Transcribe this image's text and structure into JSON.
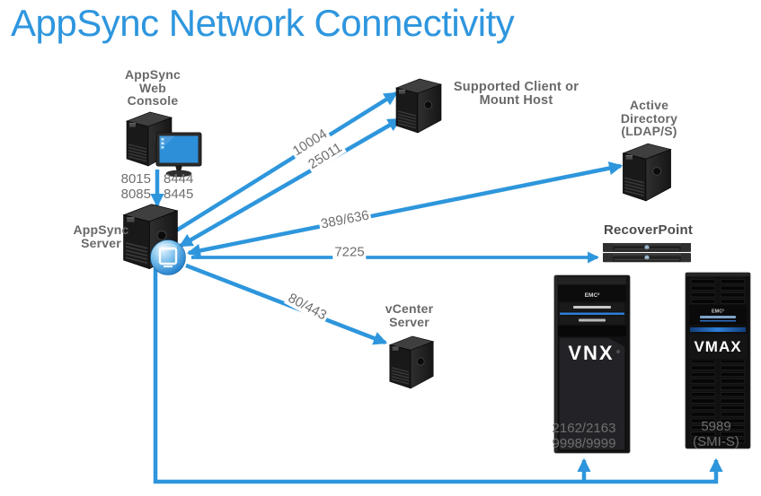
{
  "title": "AppSync Network Connectivity",
  "colors": {
    "accent_blue": "#2E96DC",
    "title_blue": "#2E96DE",
    "label_gray": "#696969",
    "port_gray": "#6F6F6F"
  },
  "nodes": {
    "web_console": {
      "lines": [
        "AppSync",
        "Web",
        "Console"
      ],
      "icon": "desktop-computer-icon"
    },
    "appsync_server": {
      "lines": [
        "AppSync",
        "Server"
      ],
      "icon": "server-tower-globe-icon"
    },
    "client": {
      "lines": [
        "Supported Client or",
        "Mount Host"
      ],
      "icon": "server-tower-icon"
    },
    "active_directory": {
      "lines": [
        "Active",
        "Directory",
        "(LDAP/S)"
      ],
      "icon": "server-tower-icon"
    },
    "recoverpoint": {
      "label": "RecoverPoint",
      "icon": "rack-appliance-icon"
    },
    "vcenter": {
      "lines": [
        "vCenter",
        "Server"
      ],
      "icon": "server-tower-icon"
    },
    "vnx": {
      "name": "VNX",
      "brand": "EMC²",
      "icon": "storage-cabinet-icon"
    },
    "vmax": {
      "name": "VMAX",
      "brand": "EMC²",
      "icon": "storage-cabinet-icon"
    }
  },
  "connections": {
    "console_left_ports": [
      "8015",
      "8085"
    ],
    "console_right_ports": [
      "8444",
      "8445"
    ],
    "client_port_1": "10004",
    "client_port_2": "25011",
    "active_directory_ports": "389/636",
    "recoverpoint_port": "7225",
    "vcenter_ports": "80/443",
    "vnx_ports": [
      "2162/2163",
      "9998/9999"
    ],
    "vmax_ports": [
      "5989",
      "(SMI-S)"
    ]
  }
}
